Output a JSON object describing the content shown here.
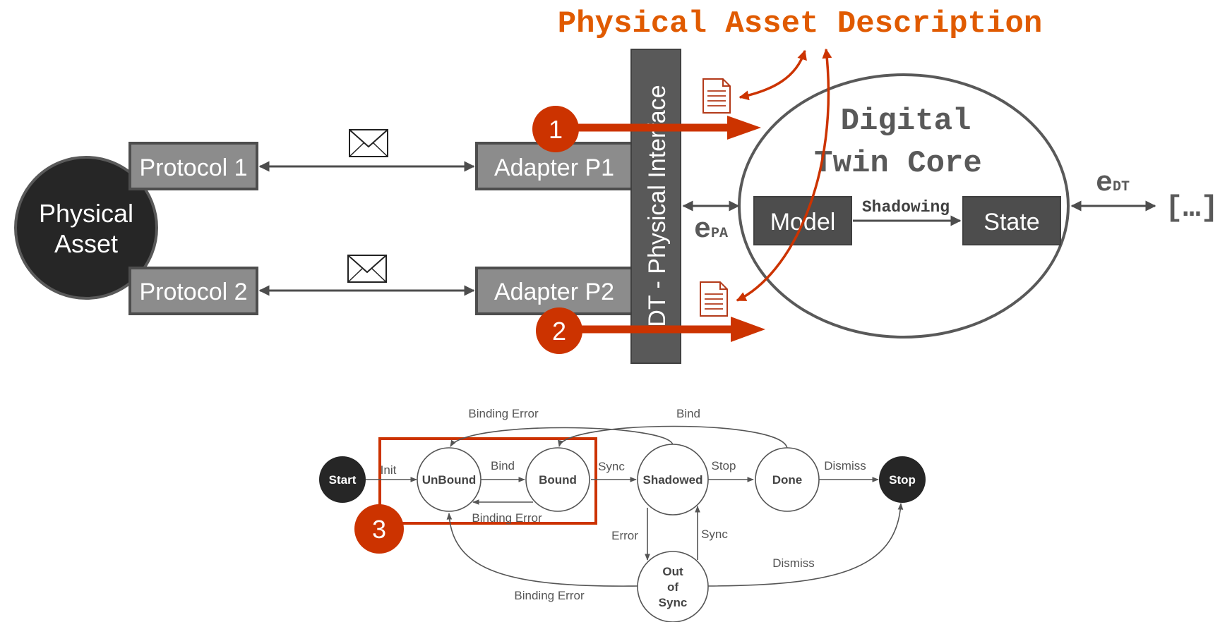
{
  "title": "Physical Asset Description",
  "physical_asset": "Physical\nAsset",
  "protocols": [
    "Protocol 1",
    "Protocol 2"
  ],
  "adapters": [
    "Adapter P1",
    "Adapter P2"
  ],
  "interface_label": "DT - Physical Interface",
  "core_title_line1": "Digital",
  "core_title_line2": "Twin Core",
  "model_label": "Model",
  "state_label": "State",
  "shadowing_label": "Shadowing",
  "e_pa": {
    "main": "e",
    "sub": "PA"
  },
  "e_dt": {
    "main": "e",
    "sub": "DT"
  },
  "ellipsis": "[…]",
  "badges": [
    "1",
    "2",
    "3"
  ],
  "states": {
    "start": "Start",
    "unbound": "UnBound",
    "bound": "Bound",
    "shadowed": "Shadowed",
    "done": "Done",
    "stop": "Stop",
    "out_of_sync": [
      "Out",
      "of",
      "Sync"
    ]
  },
  "transitions": {
    "init": "Init",
    "bind": "Bind",
    "binding_error_back": "Binding Error",
    "sync": "Sync",
    "stop": "Stop",
    "dismiss": "Dismiss",
    "binding_error_top": "Binding Error",
    "bind_top": "Bind",
    "error": "Error",
    "sync_back": "Sync",
    "binding_error_bottom": "Binding Error",
    "dismiss_bottom": "Dismiss"
  },
  "colors": {
    "accent": "#CC3300",
    "title": "#E05A00",
    "dark": "#4D4D4D",
    "grey": "#8C8C8C",
    "black_node": "#262626"
  }
}
